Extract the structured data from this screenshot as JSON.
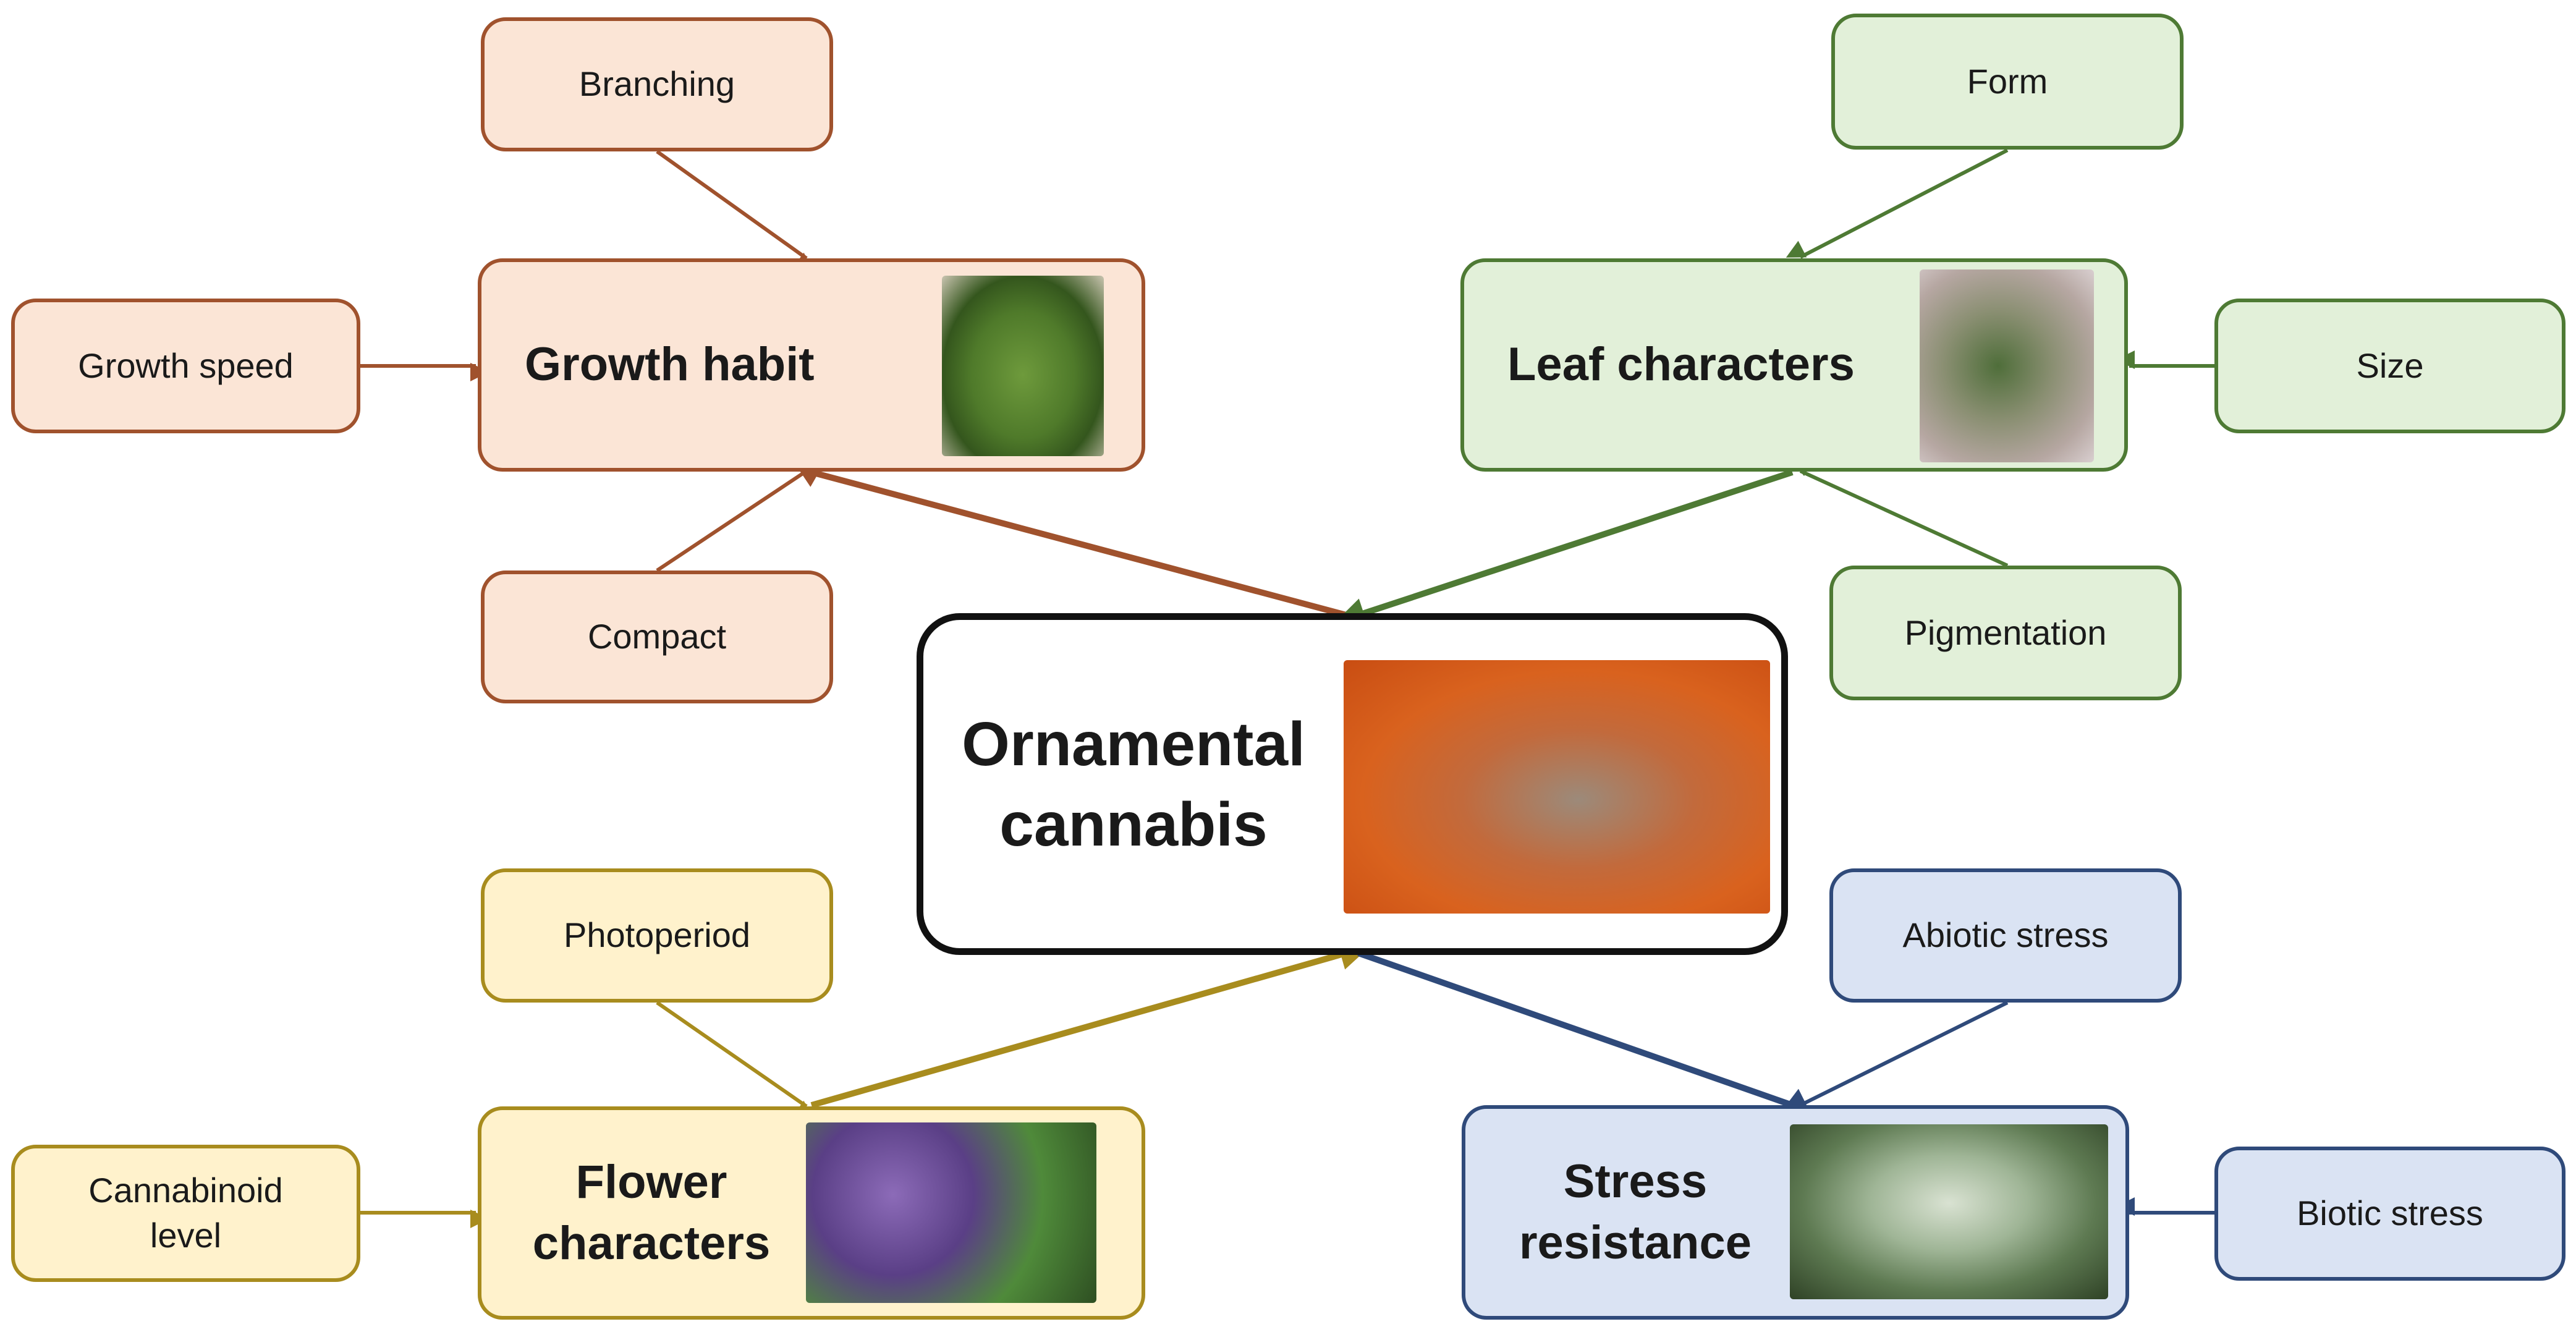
{
  "center": {
    "line1": "Ornamental",
    "line2": "cannabis"
  },
  "growth_habit": {
    "title": "Growth habit",
    "branching": "Branching",
    "growth_speed": "Growth speed",
    "compact": "Compact"
  },
  "leaf_characters": {
    "title": "Leaf characters",
    "form": "Form",
    "size": "Size",
    "pigmentation": "Pigmentation"
  },
  "flower_characters": {
    "line1": "Flower",
    "line2": "characters",
    "photoperiod": "Photoperiod",
    "cannabinoid_line1": "Cannabinoid",
    "cannabinoid_line2": "level"
  },
  "stress_resistance": {
    "line1": "Stress",
    "line2": "resistance",
    "abiotic": "Abiotic stress",
    "biotic": "Biotic stress"
  },
  "colors": {
    "orange_edge": "#a0522d",
    "green_edge": "#4e7a34",
    "yellow_edge": "#a88c1e",
    "blue_edge": "#2f4a7a",
    "center_border": "#111111"
  }
}
